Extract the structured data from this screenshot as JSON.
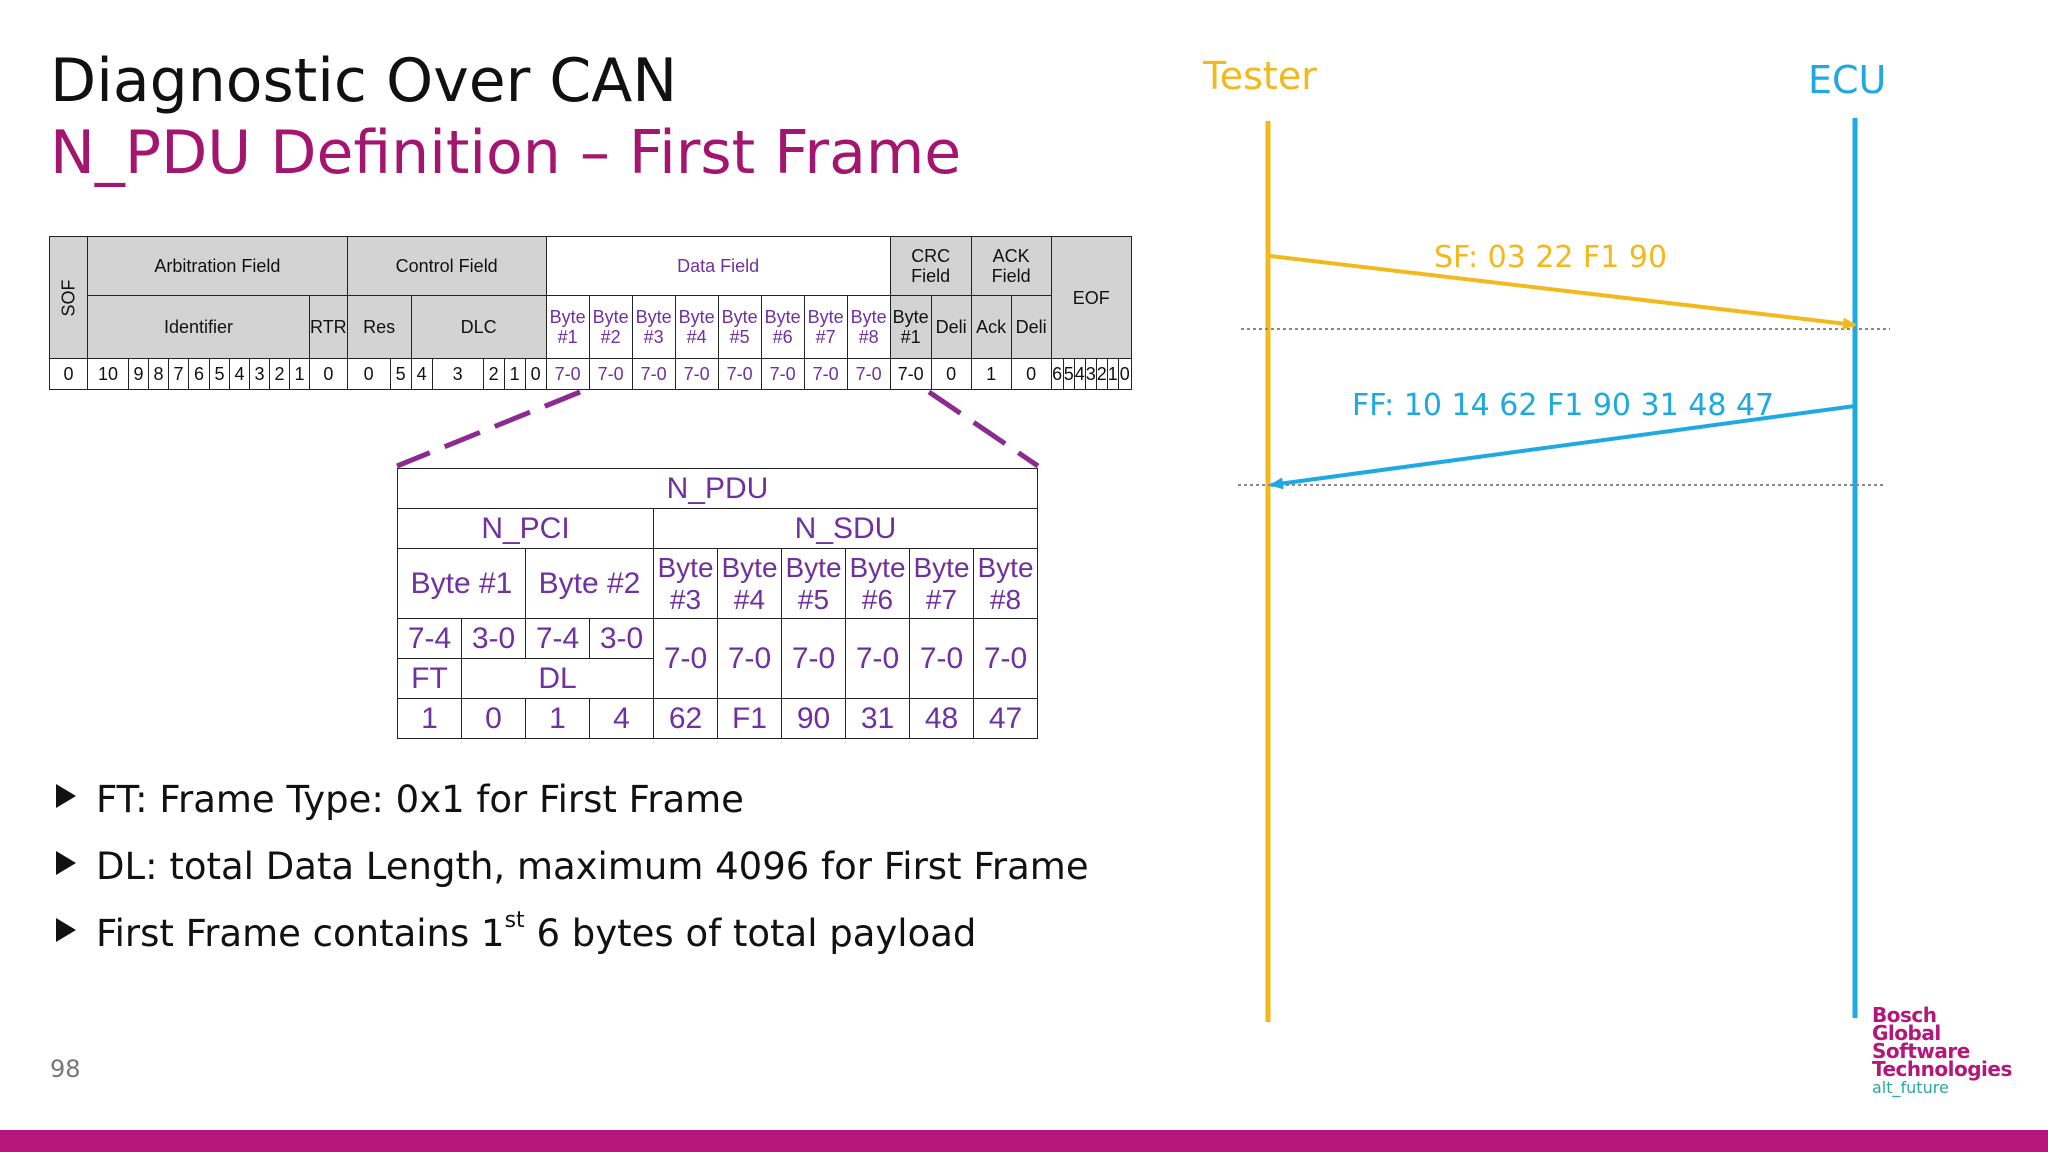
{
  "slide": {
    "title": "Diagnostic Over CAN",
    "subtitle": "N_PDU Definition – First Frame",
    "page_number": "98"
  },
  "can_frame": {
    "sof": "SOF",
    "arbitration_field": "Arbitration Field",
    "control_field": "Control Field",
    "data_field": "Data Field",
    "crc_field": [
      "CRC",
      "Field"
    ],
    "ack_field": [
      "ACK",
      "Field"
    ],
    "eof": "EOF",
    "identifier": "Identifier",
    "rtr": "RTR",
    "res": "Res",
    "dlc": "DLC",
    "data_bytes": [
      [
        "Byte",
        "#1"
      ],
      [
        "Byte",
        "#2"
      ],
      [
        "Byte",
        "#3"
      ],
      [
        "Byte",
        "#4"
      ],
      [
        "Byte",
        "#5"
      ],
      [
        "Byte",
        "#6"
      ],
      [
        "Byte",
        "#7"
      ],
      [
        "Byte",
        "#8"
      ]
    ],
    "crc_byte": [
      "Byte",
      "#1"
    ],
    "crc_deli": "Deli",
    "ack": "Ack",
    "ack_deli": "Deli",
    "bits": {
      "sof": "0",
      "identifier": [
        "10",
        "9",
        "8",
        "7",
        "6",
        "5",
        "4",
        "3",
        "2",
        "1",
        "0"
      ],
      "rtr": "0",
      "res": [
        "5",
        "4"
      ],
      "dlc": [
        "3",
        "2",
        "1",
        "0"
      ],
      "data": [
        "7-0",
        "7-0",
        "7-0",
        "7-0",
        "7-0",
        "7-0",
        "7-0",
        "7-0"
      ],
      "crc": "7-0",
      "crc_deli": "0",
      "ack": "1",
      "ack_deli": "0",
      "eof": [
        "6",
        "5",
        "4",
        "3",
        "2",
        "1",
        "0"
      ]
    }
  },
  "npdu": {
    "title": "N_PDU",
    "npci": "N_PCI",
    "nsdu": "N_SDU",
    "pci_bytes": [
      "Byte #1",
      "Byte #2"
    ],
    "sdu_bytes": [
      [
        "Byte",
        "#3"
      ],
      [
        "Byte",
        "#4"
      ],
      [
        "Byte",
        "#5"
      ],
      [
        "Byte",
        "#6"
      ],
      [
        "Byte",
        "#7"
      ],
      [
        "Byte",
        "#8"
      ]
    ],
    "pci_bits": [
      "7-4",
      "3-0",
      "7-4",
      "3-0"
    ],
    "sdu_bits": [
      "7-0",
      "7-0",
      "7-0",
      "7-0",
      "7-0",
      "7-0"
    ],
    "ft": "FT",
    "dl": "DL",
    "values": [
      "1",
      "0",
      "1",
      "4",
      "62",
      "F1",
      "90",
      "31",
      "48",
      "47"
    ]
  },
  "bullets": {
    "b1": "FT: Frame Type: 0x1 for First Frame",
    "b2": "DL: total Data Length, maximum 4096 for First Frame",
    "b3_pre": "First Frame contains 1",
    "b3_sup": "st",
    "b3_post": " 6 bytes of total payload"
  },
  "sequence": {
    "tester_label": "Tester",
    "ecu_label": "ECU",
    "sf_message": "SF: 03 22 F1 90",
    "ff_message": "FF: 10 14 62 F1 90 31 48 47",
    "tester_color": "#f2b91d",
    "ecu_color": "#1ea9e1"
  },
  "logo": {
    "lines": [
      "Bosch",
      "Global",
      "Software",
      "Technologies"
    ],
    "tagline": "alt_future",
    "color": "#b5167a"
  },
  "colors": {
    "accent": "#b5167a",
    "subtitle": "#a3156e",
    "purple_text": "#7030a0",
    "header_gray": "#d3d3d3"
  }
}
